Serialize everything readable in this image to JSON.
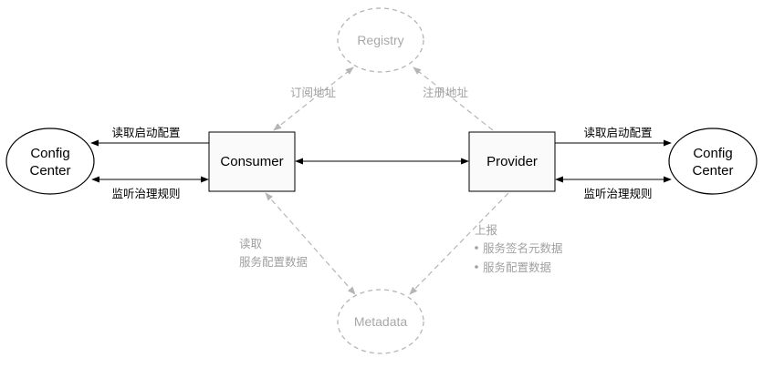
{
  "nodes": {
    "registry": "Registry",
    "metadata": "Metadata",
    "consumer": "Consumer",
    "provider": "Provider",
    "config_left": [
      "Config",
      "Center"
    ],
    "config_right": [
      "Config",
      "Center"
    ]
  },
  "edges": {
    "consumer_read_config": "读取启动配置",
    "consumer_watch_rules": "监听治理规则",
    "provider_read_config": "读取启动配置",
    "provider_watch_rules": "监听治理规则",
    "subscribe": "订阅地址",
    "register": "注册地址",
    "consumer_metadata": [
      "读取",
      "服务配置数据"
    ],
    "provider_metadata": {
      "title": "上报",
      "items": [
        "服务签名元数据",
        "服务配置数据"
      ]
    }
  },
  "colors": {
    "solid": "#000000",
    "ghost": "#b5b5b5",
    "ghost_text": "#a8a8a8"
  }
}
